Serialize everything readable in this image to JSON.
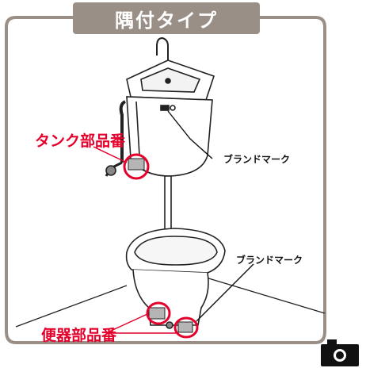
{
  "title": "隅付タイプ",
  "labels": {
    "tank_part_number": "タンク部品番",
    "bowl_part_number": "便器部品番",
    "brand_mark_tank": "ブランドマーク",
    "brand_mark_bowl": "ブランドマーク"
  },
  "colors": {
    "title_bg": "#9a8f87",
    "accent_red": "#e4002b",
    "frame": "#9a8f87"
  },
  "icons": {
    "camera": "camera-icon"
  }
}
